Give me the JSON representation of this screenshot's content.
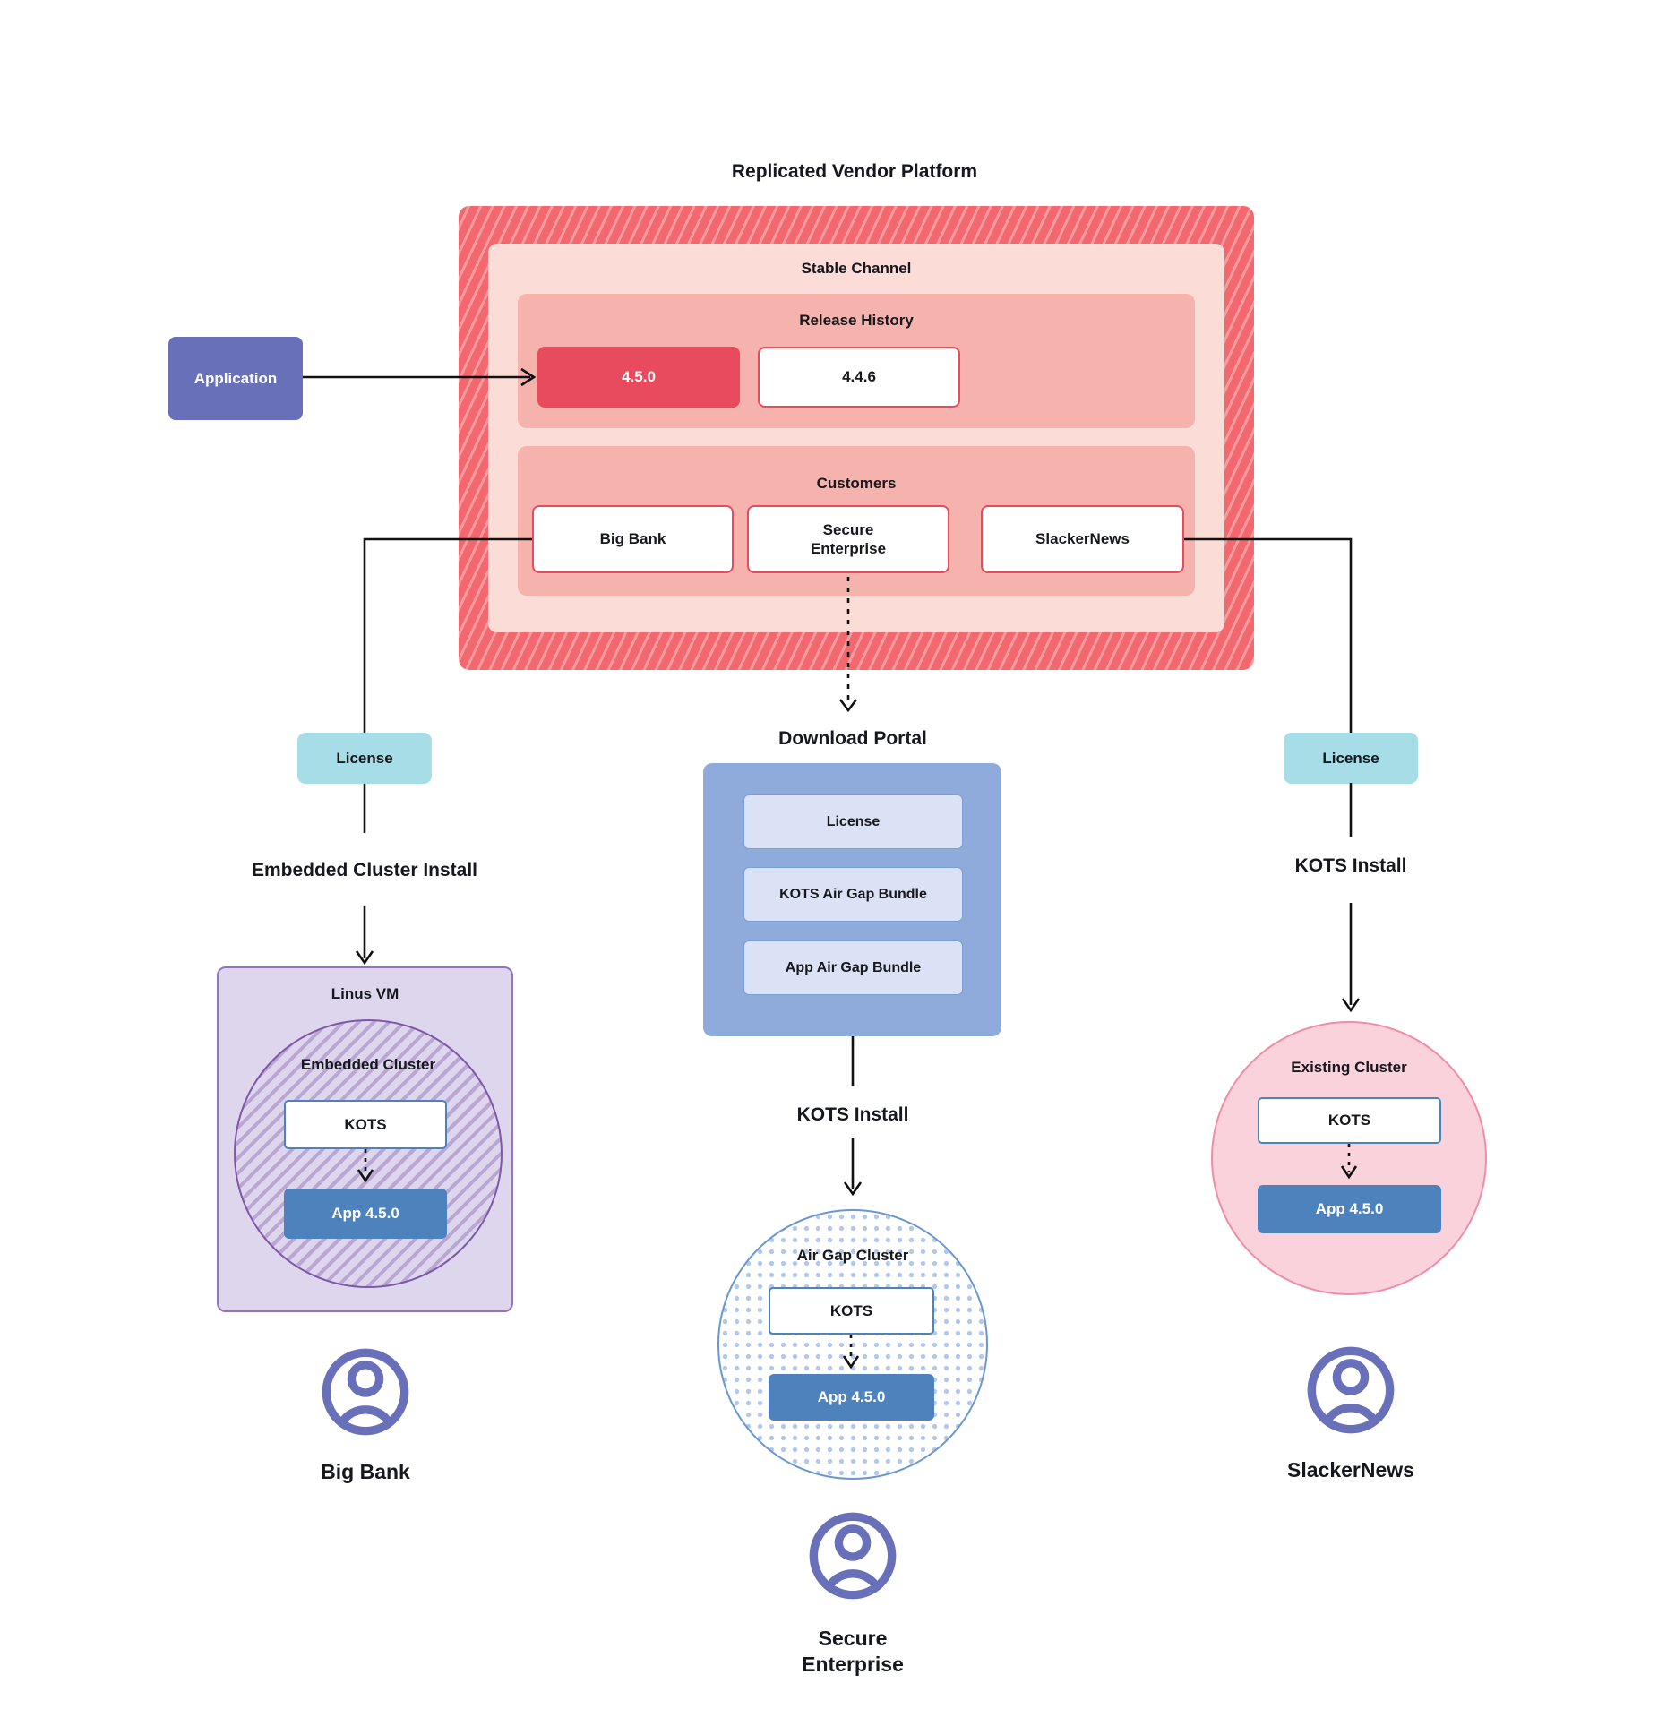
{
  "title": "Replicated Vendor Platform",
  "platform": {
    "channel_label": "Stable Channel",
    "release_history": {
      "label": "Release History",
      "current_version": "4.5.0",
      "previous_version": "4.4.6"
    },
    "customers": {
      "label": "Customers",
      "big_bank": "Big Bank",
      "secure_enterprise": "Secure Enterprise",
      "slackernews": "SlackerNews"
    }
  },
  "application_label": "Application",
  "left_flow": {
    "license": "License",
    "install_method": "Embedded Cluster Install",
    "vm_label": "Linus VM",
    "cluster_label": "Embedded Cluster",
    "kots": "KOTS",
    "app": "App 4.5.0",
    "user": "Big Bank"
  },
  "center_flow": {
    "portal_title": "Download Portal",
    "portal_items": [
      "License",
      "KOTS Air Gap Bundle",
      "App Air Gap Bundle"
    ],
    "install_method": "KOTS Install",
    "cluster_label": "Air Gap Cluster",
    "kots": "KOTS",
    "app": "App 4.5.0",
    "user": "Secure Enterprise"
  },
  "right_flow": {
    "license": "License",
    "install_method": "KOTS Install",
    "cluster_label": "Existing Cluster",
    "kots": "KOTS",
    "app": "App 4.5.0",
    "user": "SlackerNews"
  },
  "colors": {
    "stripe_red": "#f2686e",
    "channel_pink": "#fcdcd7",
    "section_salmon": "#f6b2ad",
    "release_red": "#e94b5e",
    "application_purple": "#6770b8",
    "license_cyan": "#a7dde6",
    "portal_blue": "#8fabdc",
    "app_blue": "#4d82bc",
    "vm_purple": "#ded6ed",
    "existing_pink": "#f9d2dc",
    "user_icon_purple": "#6770b8"
  }
}
